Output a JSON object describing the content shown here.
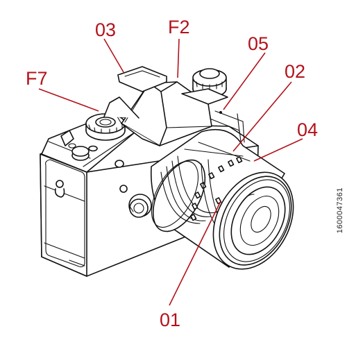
{
  "callouts": [
    {
      "id": "03",
      "label": "03"
    },
    {
      "id": "F2",
      "label": "F2"
    },
    {
      "id": "05",
      "label": "05"
    },
    {
      "id": "02",
      "label": "02"
    },
    {
      "id": "F7",
      "label": "F7"
    },
    {
      "id": "04",
      "label": "04"
    },
    {
      "id": "01",
      "label": "01"
    }
  ],
  "stock_id": "1600047361",
  "colors": {
    "callout": "#b3121b",
    "line_art": "#111111",
    "background": "#ffffff"
  }
}
